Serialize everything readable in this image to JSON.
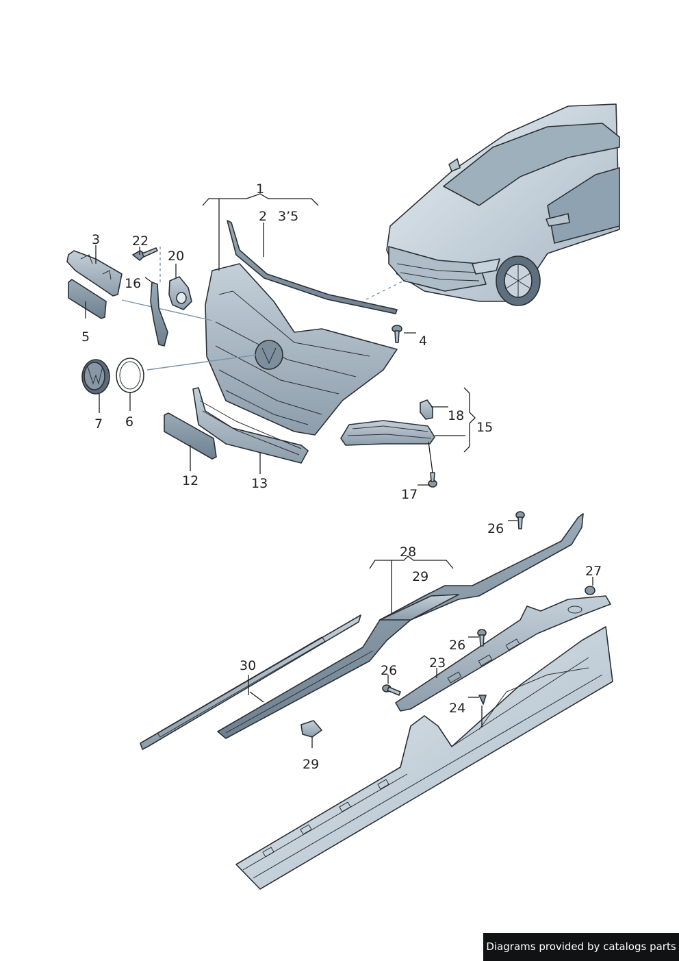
{
  "labels": {
    "p1": "1",
    "p2": "2",
    "p3_5": "3’5",
    "p3": "3",
    "p4": "4",
    "p5": "5",
    "p6": "6",
    "p7": "7",
    "p12": "12",
    "p13": "13",
    "p15": "15",
    "p16": "16",
    "p17": "17",
    "p18": "18",
    "p20": "20",
    "p22": "22",
    "p23": "23",
    "p24": "24",
    "p26a": "26",
    "p26b": "26",
    "p26c": "26",
    "p27": "27",
    "p28": "28",
    "p29a": "29",
    "p29b": "29",
    "p30": "30"
  },
  "credit": "Diagrams provided by catalogs parts",
  "colors": {
    "part_fill": "#a9b7c2",
    "part_dark": "#7f8f9c",
    "part_light": "#d9e2e8",
    "outline": "#2a2f33",
    "leader": "#7a93a8"
  }
}
